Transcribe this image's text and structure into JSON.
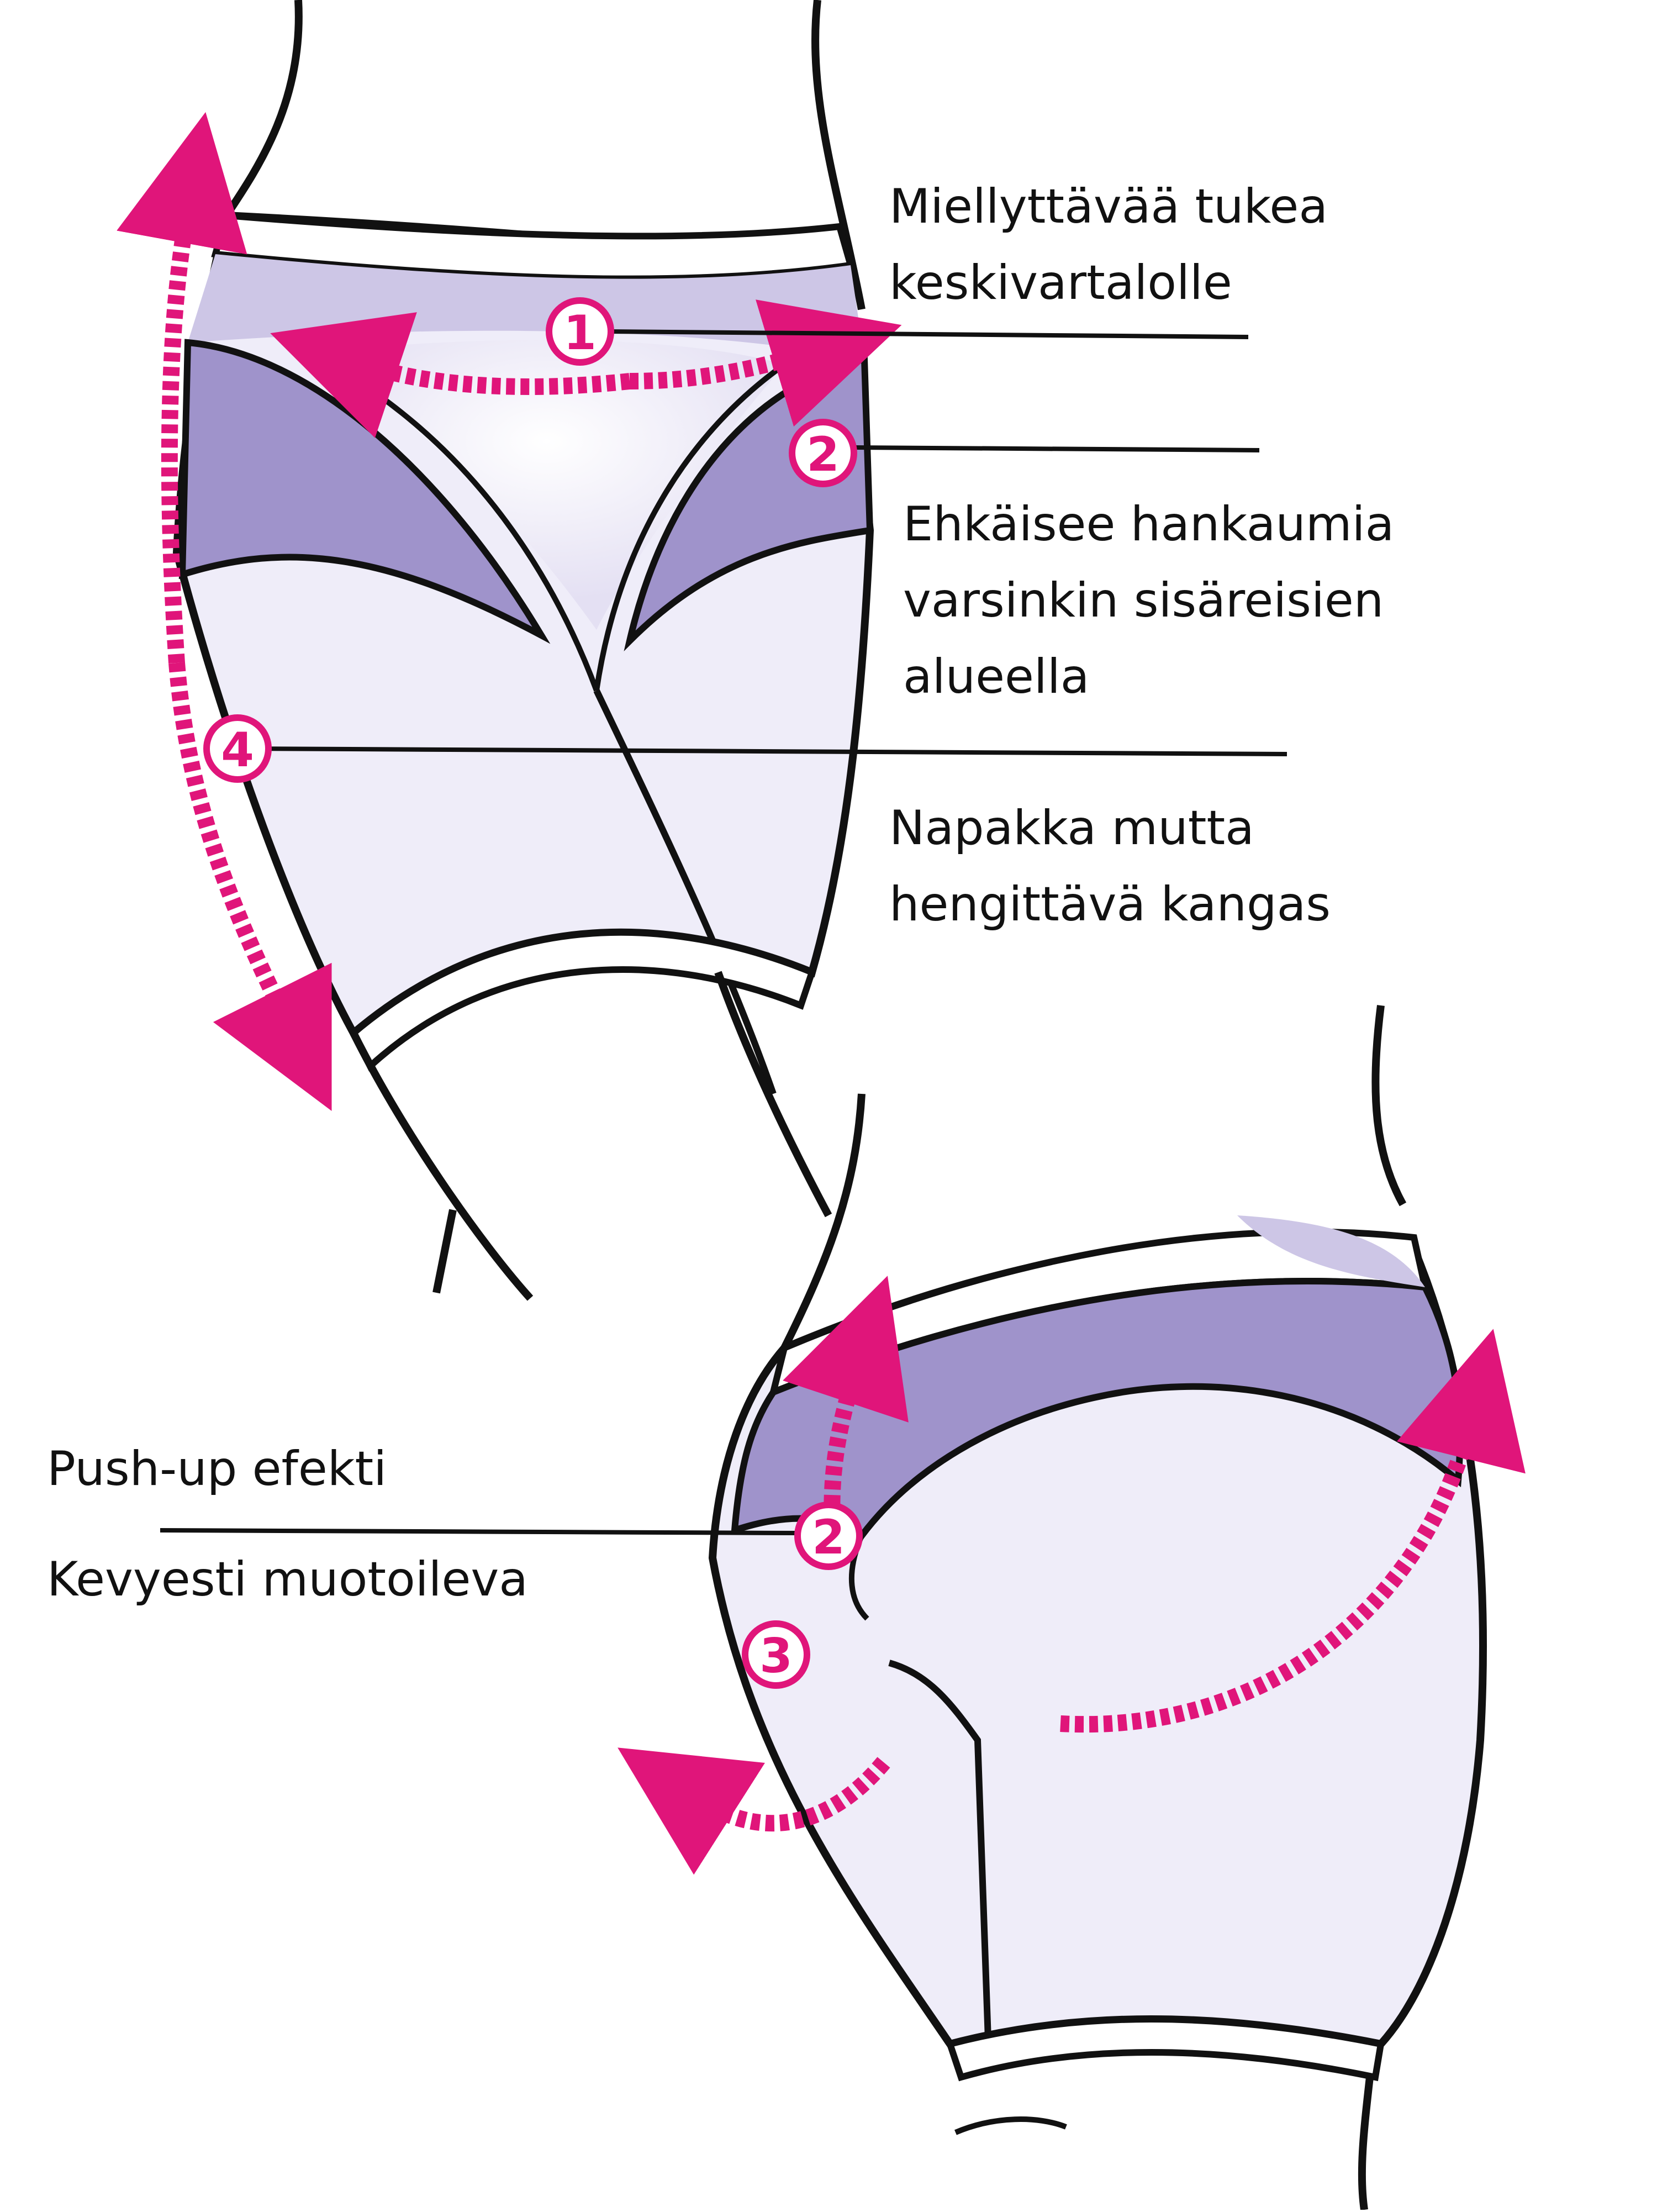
{
  "colors": {
    "accent": "#e0157a",
    "panel_purple": "#9f93cb",
    "panel_light": "#efedf9",
    "outline": "#111111"
  },
  "markers": {
    "front_1": "1",
    "front_2": "2",
    "front_4": "4",
    "back_2": "2",
    "back_3": "3"
  },
  "labels": {
    "support": [
      "Miellyttävää tukea",
      "keskivartalolle"
    ],
    "chafing": [
      "Ehkäisee hankaumia",
      "varsinkin sisäreisien",
      "alueella"
    ],
    "fabric": [
      "Napakka mutta",
      "hengittävä kangas"
    ],
    "pushup": "Push-up efekti",
    "shaping": "Kevyesti muotoileva"
  }
}
